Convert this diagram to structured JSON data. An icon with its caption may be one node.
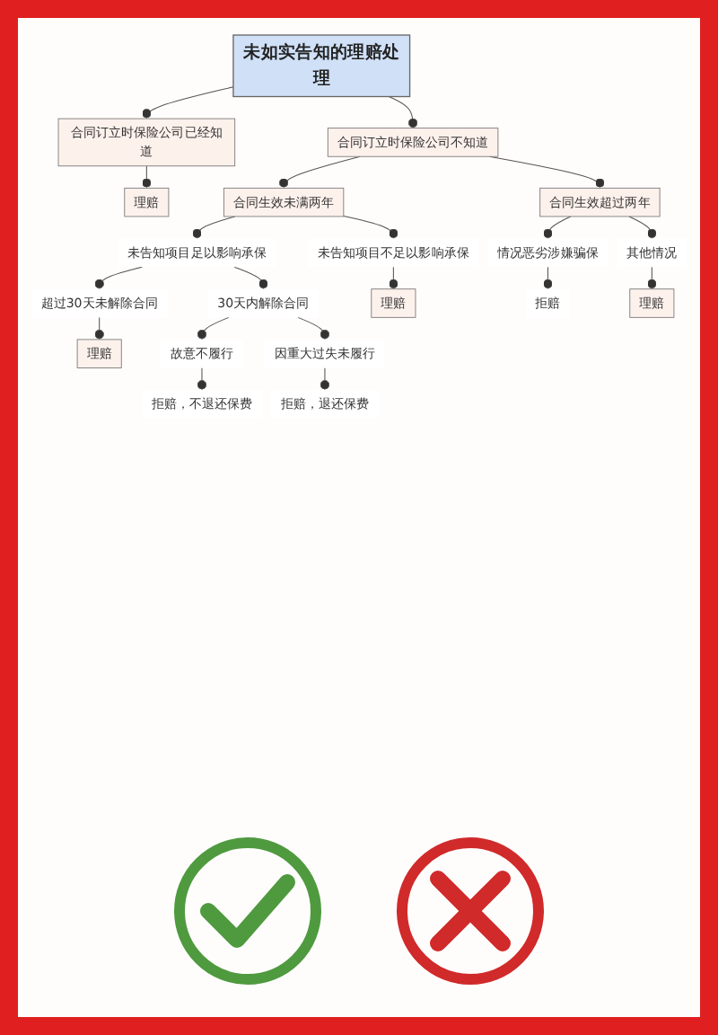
{
  "diagram": {
    "nodes": [
      {
        "text": [
          "未如实告知的理赔处理"
        ]
      },
      {
        "text": [
          "合同订立时保险公司已经知道"
        ]
      },
      {
        "text": [
          "合同订立时保险公司不知道"
        ]
      },
      {
        "text": [
          "理赔"
        ]
      },
      {
        "text": [
          "合同生效未满两年"
        ]
      },
      {
        "text": [
          "合同生效超过两年"
        ]
      },
      {
        "text": [
          "未告知项目足以影响承保"
        ]
      },
      {
        "text": [
          "未告知项目不足以影响承保"
        ]
      },
      {
        "text": [
          "情况恶劣涉嫌骗保"
        ]
      },
      {
        "text": [
          "其他情况"
        ]
      },
      {
        "text": [
          "超过30天未解除合同"
        ]
      },
      {
        "text": [
          "30天内解除合同"
        ]
      },
      {
        "text": [
          "理赔"
        ]
      },
      {
        "text": [
          "拒赔"
        ]
      },
      {
        "text": [
          "理赔"
        ]
      },
      {
        "text": [
          "理赔"
        ]
      },
      {
        "text": [
          "故意不履行"
        ]
      },
      {
        "text": [
          "因重大过失未履行"
        ]
      },
      {
        "text": [
          "拒赔，不退还保费"
        ]
      },
      {
        "text": [
          "拒赔，退还保费"
        ]
      }
    ],
    "edges": [
      {
        "from": 0,
        "to": 1,
        "arrow": "other"
      },
      {
        "from": 0,
        "to": 2,
        "arrow": "other"
      },
      {
        "from": 1,
        "to": 3,
        "arrow": "other"
      },
      {
        "from": 2,
        "to": 4,
        "arrow": "other"
      },
      {
        "from": 2,
        "to": 5,
        "arrow": "other"
      },
      {
        "from": 4,
        "to": 6,
        "arrow": "other"
      },
      {
        "from": 4,
        "to": 7,
        "arrow": "other"
      },
      {
        "from": 5,
        "to": 8,
        "arrow": "other"
      },
      {
        "from": 5,
        "to": 9,
        "arrow": "other"
      },
      {
        "from": 6,
        "to": 10,
        "arrow": "other"
      },
      {
        "from": 6,
        "to": 11,
        "arrow": "other"
      },
      {
        "from": 7,
        "to": 12,
        "arrow": "other"
      },
      {
        "from": 8,
        "to": 13,
        "arrow": "other"
      },
      {
        "from": 9,
        "to": 14,
        "arrow": "other"
      },
      {
        "from": 10,
        "to": 15,
        "arrow": "other"
      },
      {
        "from": 11,
        "to": 16,
        "arrow": "other"
      },
      {
        "from": 11,
        "to": 17,
        "arrow": "other"
      },
      {
        "from": 16,
        "to": 18,
        "arrow": "other"
      },
      {
        "from": 17,
        "to": 19,
        "arrow": "other"
      }
    ]
  }
}
